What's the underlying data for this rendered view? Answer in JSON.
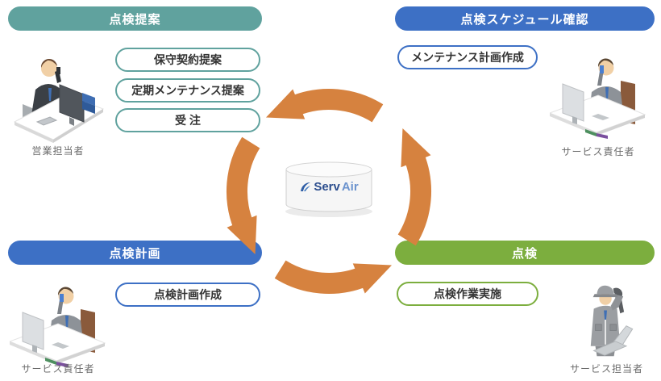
{
  "diagram_title": "ServAir inspection workflow cycle",
  "colors": {
    "teal_accent": "#60A29E",
    "blue_accent": "#3D70C5",
    "green_accent": "#7CAE3E",
    "arrow_orange": "#D6823F",
    "logo_dark_blue": "#2C4E8E",
    "logo_light_blue": "#6C93CE",
    "label_gray": "#6a6a6a"
  },
  "sections": {
    "proposal": {
      "title": "点検提案",
      "steps": [
        "保守契約提案",
        "定期メンテナンス提案",
        "受 注"
      ],
      "person_label": "営業担当者"
    },
    "schedule": {
      "title": "点検スケジュール確認",
      "steps": [
        "メンテナンス計画作成"
      ],
      "person_label": "サービス責任者"
    },
    "plan": {
      "title": "点検計画",
      "steps": [
        "点検計画作成"
      ],
      "person_label": "サービス責任者"
    },
    "inspection": {
      "title": "点検",
      "steps": [
        "点検作業実施"
      ],
      "person_label": "サービス担当者"
    }
  },
  "center": {
    "logo_part1": "Serv",
    "logo_part2": "Air"
  }
}
